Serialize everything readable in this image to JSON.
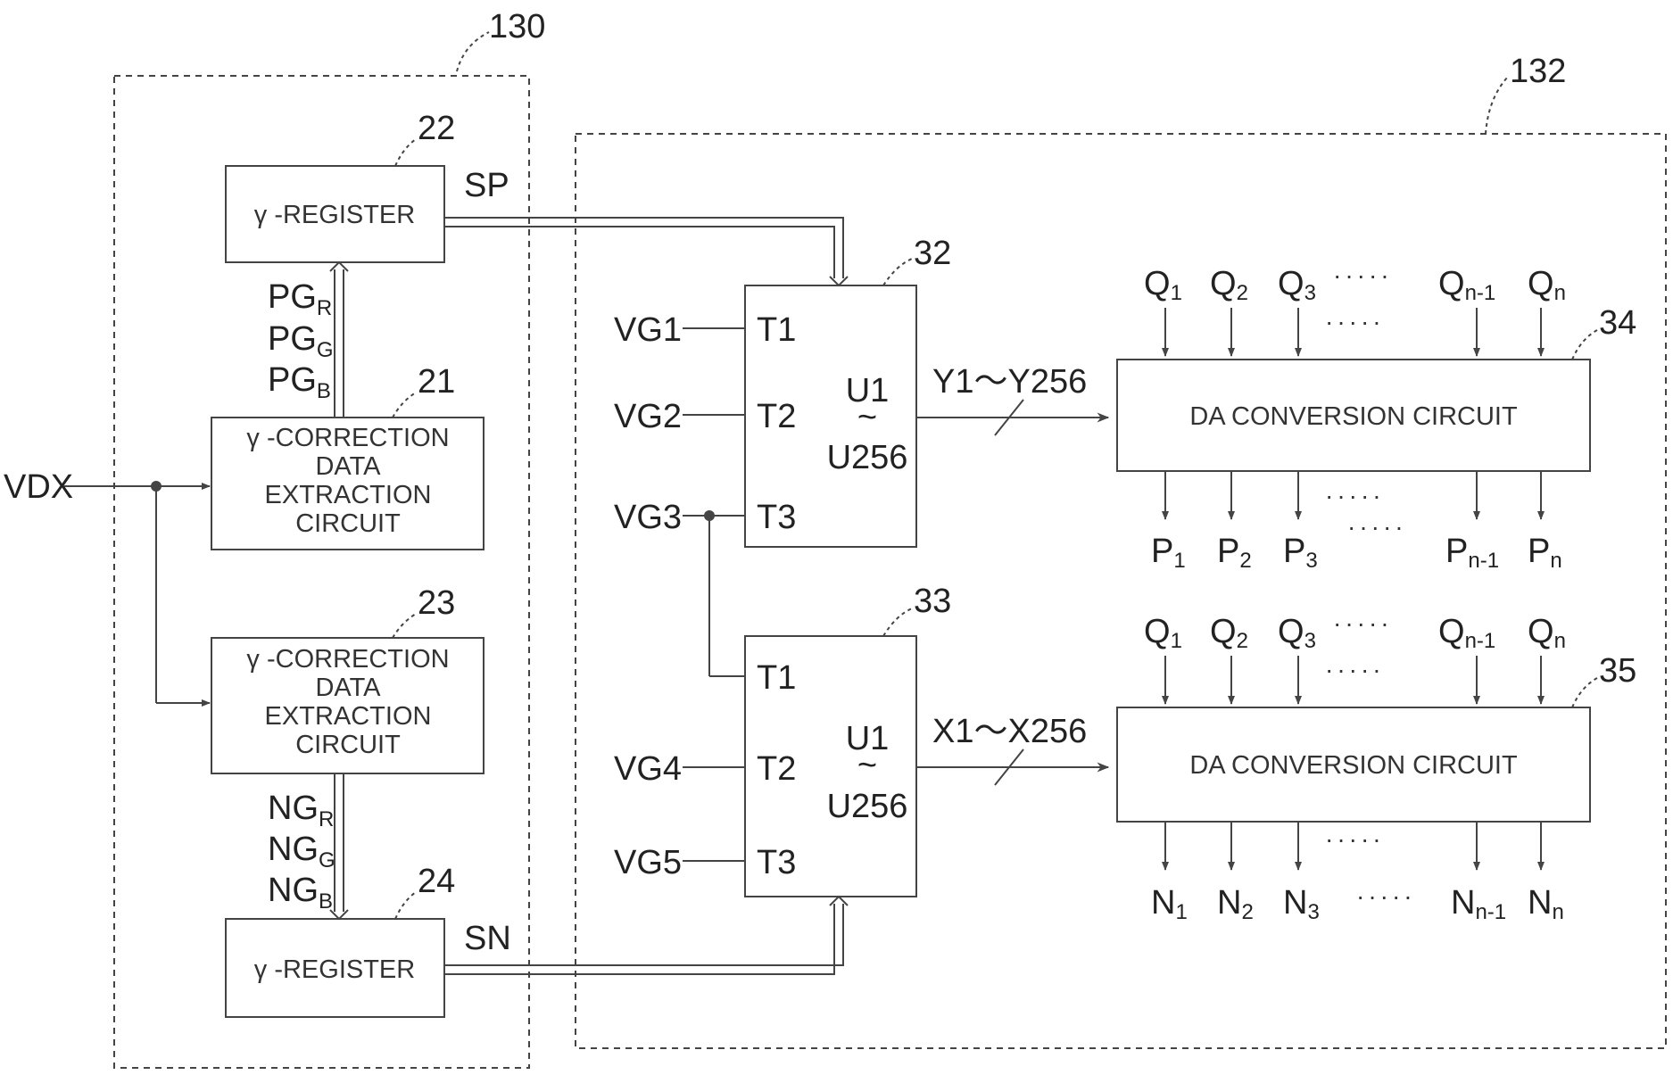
{
  "refs": {
    "block_130": "130",
    "block_132": "132",
    "reg_22": "22",
    "ext_21": "21",
    "ext_23": "23",
    "reg_24": "24",
    "sel_32": "32",
    "sel_33": "33",
    "dac_34": "34",
    "dac_35": "35"
  },
  "boxes": {
    "gamma_register_top": "γ -REGISTER",
    "gamma_register_bottom": "γ -REGISTER",
    "extraction_top": [
      "γ -CORRECTION",
      "DATA",
      "EXTRACTION",
      "CIRCUIT"
    ],
    "extraction_bottom": [
      "γ -CORRECTION",
      "DATA",
      "EXTRACTION",
      "CIRCUIT"
    ],
    "dac_top": "DA CONVERSION CIRCUIT",
    "dac_bottom": "DA CONVERSION CIRCUIT"
  },
  "signals": {
    "input": "VDX",
    "sp": "SP",
    "sn": "SN",
    "pg": [
      {
        "main": "PG",
        "sub": "R"
      },
      {
        "main": "PG",
        "sub": "G"
      },
      {
        "main": "PG",
        "sub": "B"
      }
    ],
    "ng": [
      {
        "main": "NG",
        "sub": "R"
      },
      {
        "main": "NG",
        "sub": "G"
      },
      {
        "main": "NG",
        "sub": "B"
      }
    ],
    "vg": [
      "VG1",
      "VG2",
      "VG3",
      "VG4",
      "VG5"
    ],
    "terminals": [
      "T1",
      "T2",
      "T3"
    ],
    "selector_u_top": "U1",
    "selector_u_bottom": "U256",
    "bus_y": "Y1～Y256",
    "bus_x": "X1～X256",
    "ellipsis": "·····"
  },
  "inputs_q": [
    {
      "main": "Q",
      "sub": "1"
    },
    {
      "main": "Q",
      "sub": "2"
    },
    {
      "main": "Q",
      "sub": "3"
    },
    {
      "main": "Q",
      "sub": "n-1"
    },
    {
      "main": "Q",
      "sub": "n"
    }
  ],
  "outputs_p": [
    {
      "main": "P",
      "sub": "1"
    },
    {
      "main": "P",
      "sub": "2"
    },
    {
      "main": "P",
      "sub": "3"
    },
    {
      "main": "P",
      "sub": "n-1"
    },
    {
      "main": "P",
      "sub": "n"
    }
  ],
  "outputs_n": [
    {
      "main": "N",
      "sub": "1"
    },
    {
      "main": "N",
      "sub": "2"
    },
    {
      "main": "N",
      "sub": "3"
    },
    {
      "main": "N",
      "sub": "n-1"
    },
    {
      "main": "N",
      "sub": "n"
    }
  ],
  "colors": {
    "line": "#444444",
    "text": "#222222",
    "background": "#ffffff"
  }
}
